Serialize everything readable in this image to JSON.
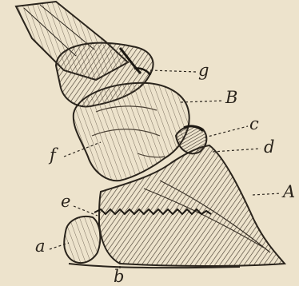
{
  "figure": {
    "labels": {
      "g": "g",
      "B": "B",
      "c": "c",
      "d": "d",
      "f": "f",
      "A": "A",
      "e": "e",
      "a": "a",
      "b": "b"
    },
    "colors": {
      "paper": "#ede3cc",
      "ink": "#2a241c",
      "shade": "#6e6253",
      "light": "#d6cab0"
    }
  }
}
